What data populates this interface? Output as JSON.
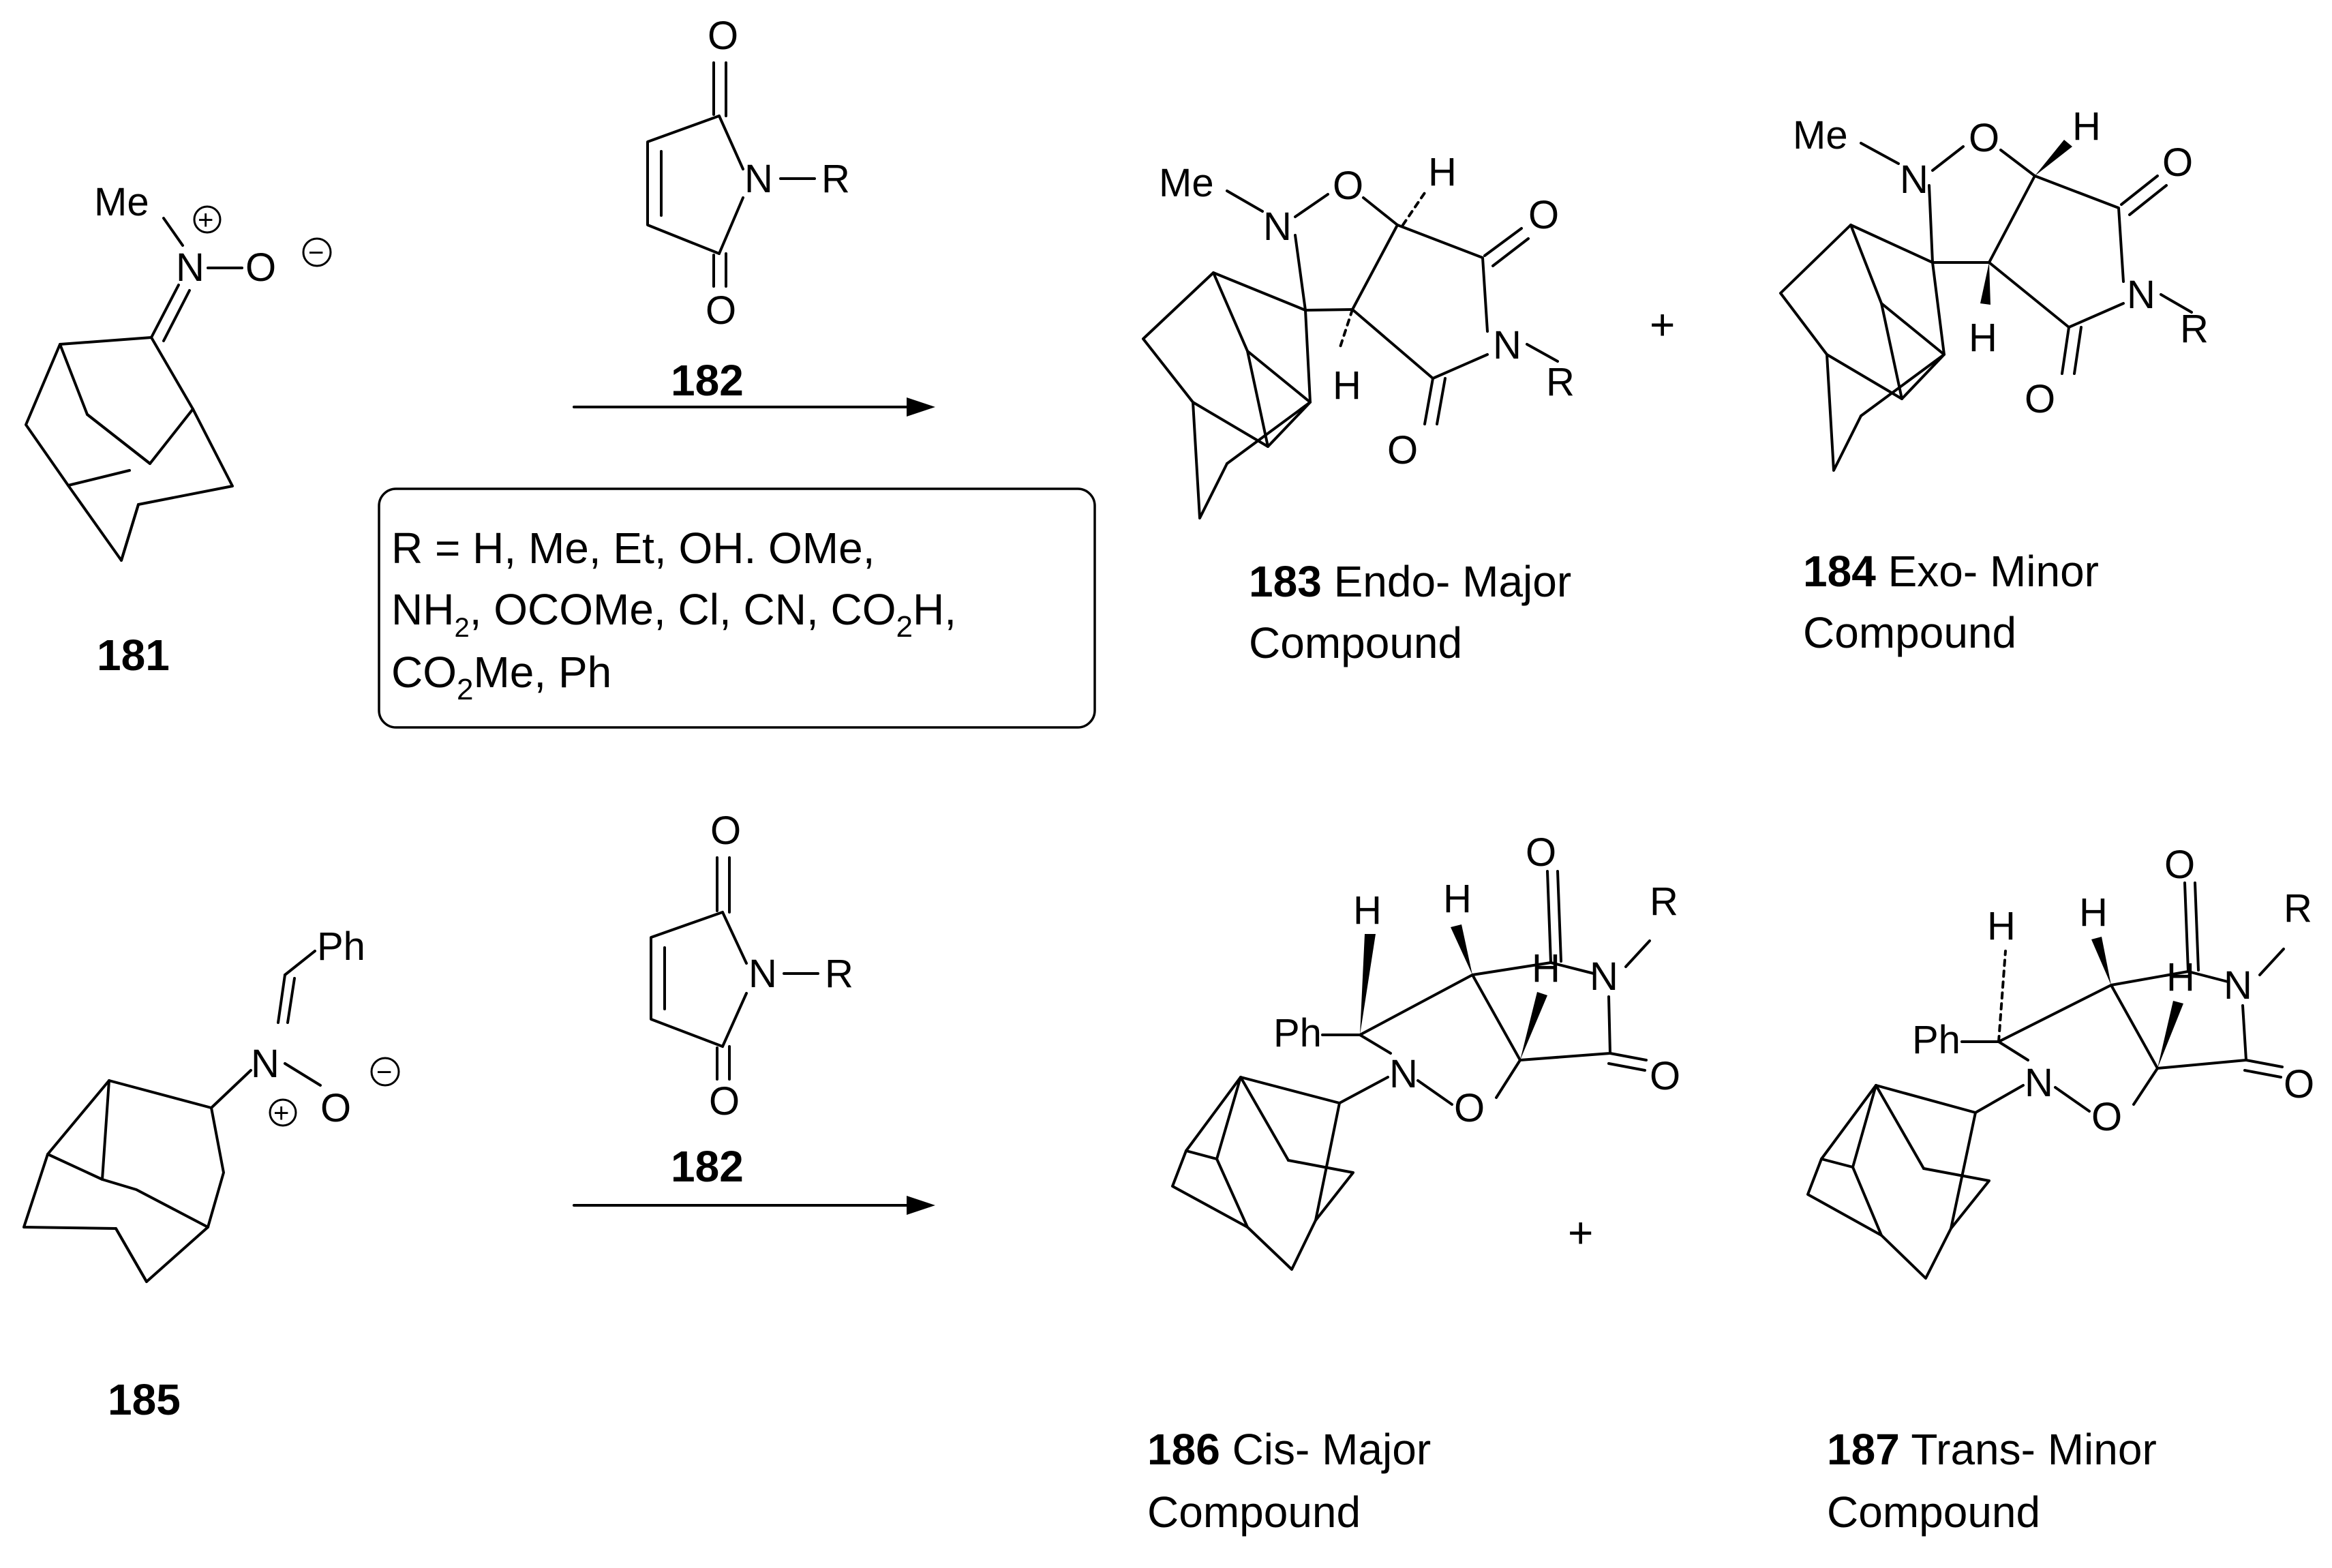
{
  "reactants": {
    "top": {
      "number": "181",
      "me": "Me",
      "n": "N",
      "o": "O"
    },
    "bottom": {
      "number": "185",
      "ph": "Ph",
      "n": "N",
      "o": "O"
    }
  },
  "reagent": {
    "number": "182",
    "o": "O",
    "n": "N",
    "r": "R"
  },
  "conditions": {
    "line1": "R = H, Me, Et, OH. OMe,",
    "line2_a": "NH",
    "line2_sub": "2",
    "line2_b": ", OCOMe, Cl, CN, CO",
    "line2_sub2": "2",
    "line2_c": "H,",
    "line3_a": "CO",
    "line3_sub": "2",
    "line3_b": "Me, Ph"
  },
  "atoms": {
    "me": "Me",
    "n": "N",
    "o": "O",
    "h": "H",
    "r": "R",
    "ph": "Ph"
  },
  "products": [
    {
      "number": "183",
      "label_rest": " Endo- Major",
      "label_line2": "Compound"
    },
    {
      "number": "184",
      "label_rest": " Exo- Minor",
      "label_line2": "Compound"
    },
    {
      "number": "186",
      "label_rest": " Cis- Major",
      "label_line2": "Compound"
    },
    {
      "number": "187",
      "label_rest": " Trans- Minor",
      "label_line2": "Compound"
    }
  ],
  "plus": "+",
  "charges": {
    "plus": "+",
    "minus": "−"
  }
}
